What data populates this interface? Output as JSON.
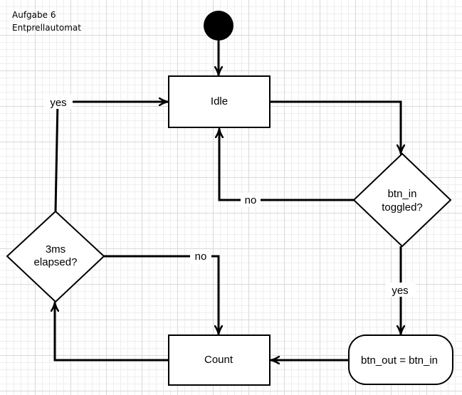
{
  "heading": {
    "line1": "Aufgabe 6",
    "line2": "Entprellautomat"
  },
  "nodes": {
    "idle": "Idle",
    "count": "Count",
    "btn_toggled_line1": "btn_in",
    "btn_toggled_line2": "toggled?",
    "elapsed_line1": "3ms",
    "elapsed_line2": "elapsed?",
    "assign": "btn_out = btn_in"
  },
  "edges": {
    "yes_top": "yes",
    "no_middle": "no",
    "no_lower": "no",
    "yes_right": "yes"
  },
  "colors": {
    "line": "#000000",
    "node_fill": "#ffffff",
    "grid_major": "#d9d9d9",
    "grid_minor": "#eeeeee"
  }
}
